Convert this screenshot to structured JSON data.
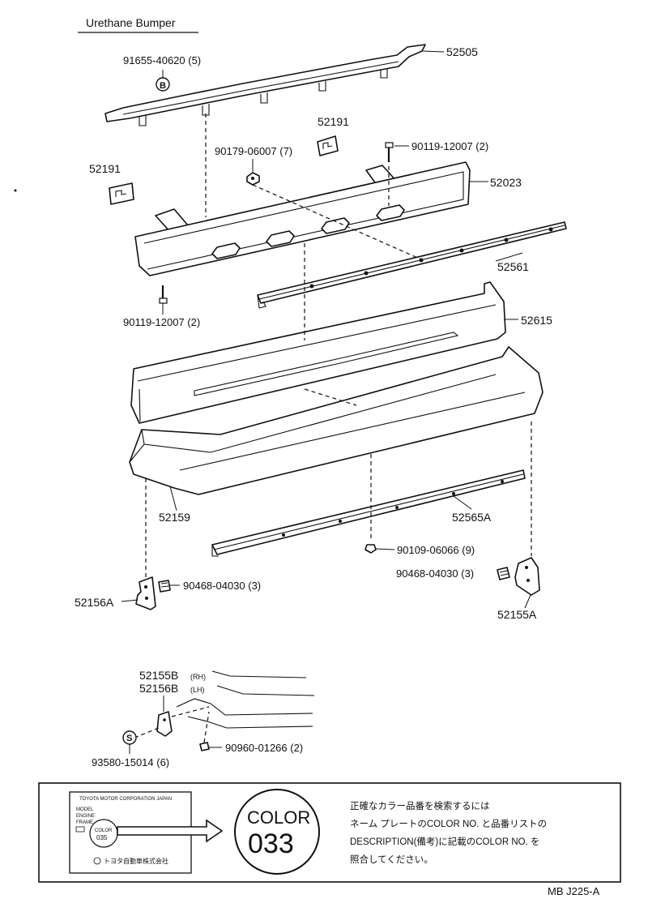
{
  "section_title": "Urethane Bumper",
  "parts": {
    "p52505": "52505",
    "p91655": "91655-40620 (5)",
    "b_marker": "B",
    "p52191_upper": "52191",
    "p52191_left": "52191",
    "p90179": "90179-06007 (7)",
    "p90119_top": "90119-12007 (2)",
    "p52023": "52023",
    "p52561": "52561",
    "p90119_bottom": "90119-12007 (2)",
    "p52615": "52615",
    "p52159": "52159",
    "p52565A": "52565A",
    "p90109": "90109-06066 (9)",
    "p90468_left": "90468-04030 (3)",
    "p90468_right": "90468-04030 (3)",
    "p52156A": "52156A",
    "p52155A": "52155A",
    "p52155B": "52155B",
    "p52155B_suffix": "(RH)",
    "p52156B": "52156B",
    "p52156B_suffix": "(LH)",
    "p90960": "90960-01266 (2)",
    "s_marker": "S",
    "p93580": "93580-15014 (6)"
  },
  "note_box": {
    "plate_header": "TOYOTA MOTOR CORPORATION JAPAN",
    "plate_rows": [
      "MODEL",
      "ENGINE",
      "FRAME"
    ],
    "plate_color_label": "COLOR",
    "plate_color_value": "035",
    "plate_footer": "トヨタ自動車株式会社",
    "color_label": "COLOR",
    "color_code": "033",
    "jp_lines": [
      "正確なカラー品番を検索するには",
      "ネーム プレートのCOLOR NO. と品番リストの",
      "DESCRIPTION(備考)に記載のCOLOR NO. を",
      "照合してください。"
    ]
  },
  "figure_code": "MB J225-A"
}
